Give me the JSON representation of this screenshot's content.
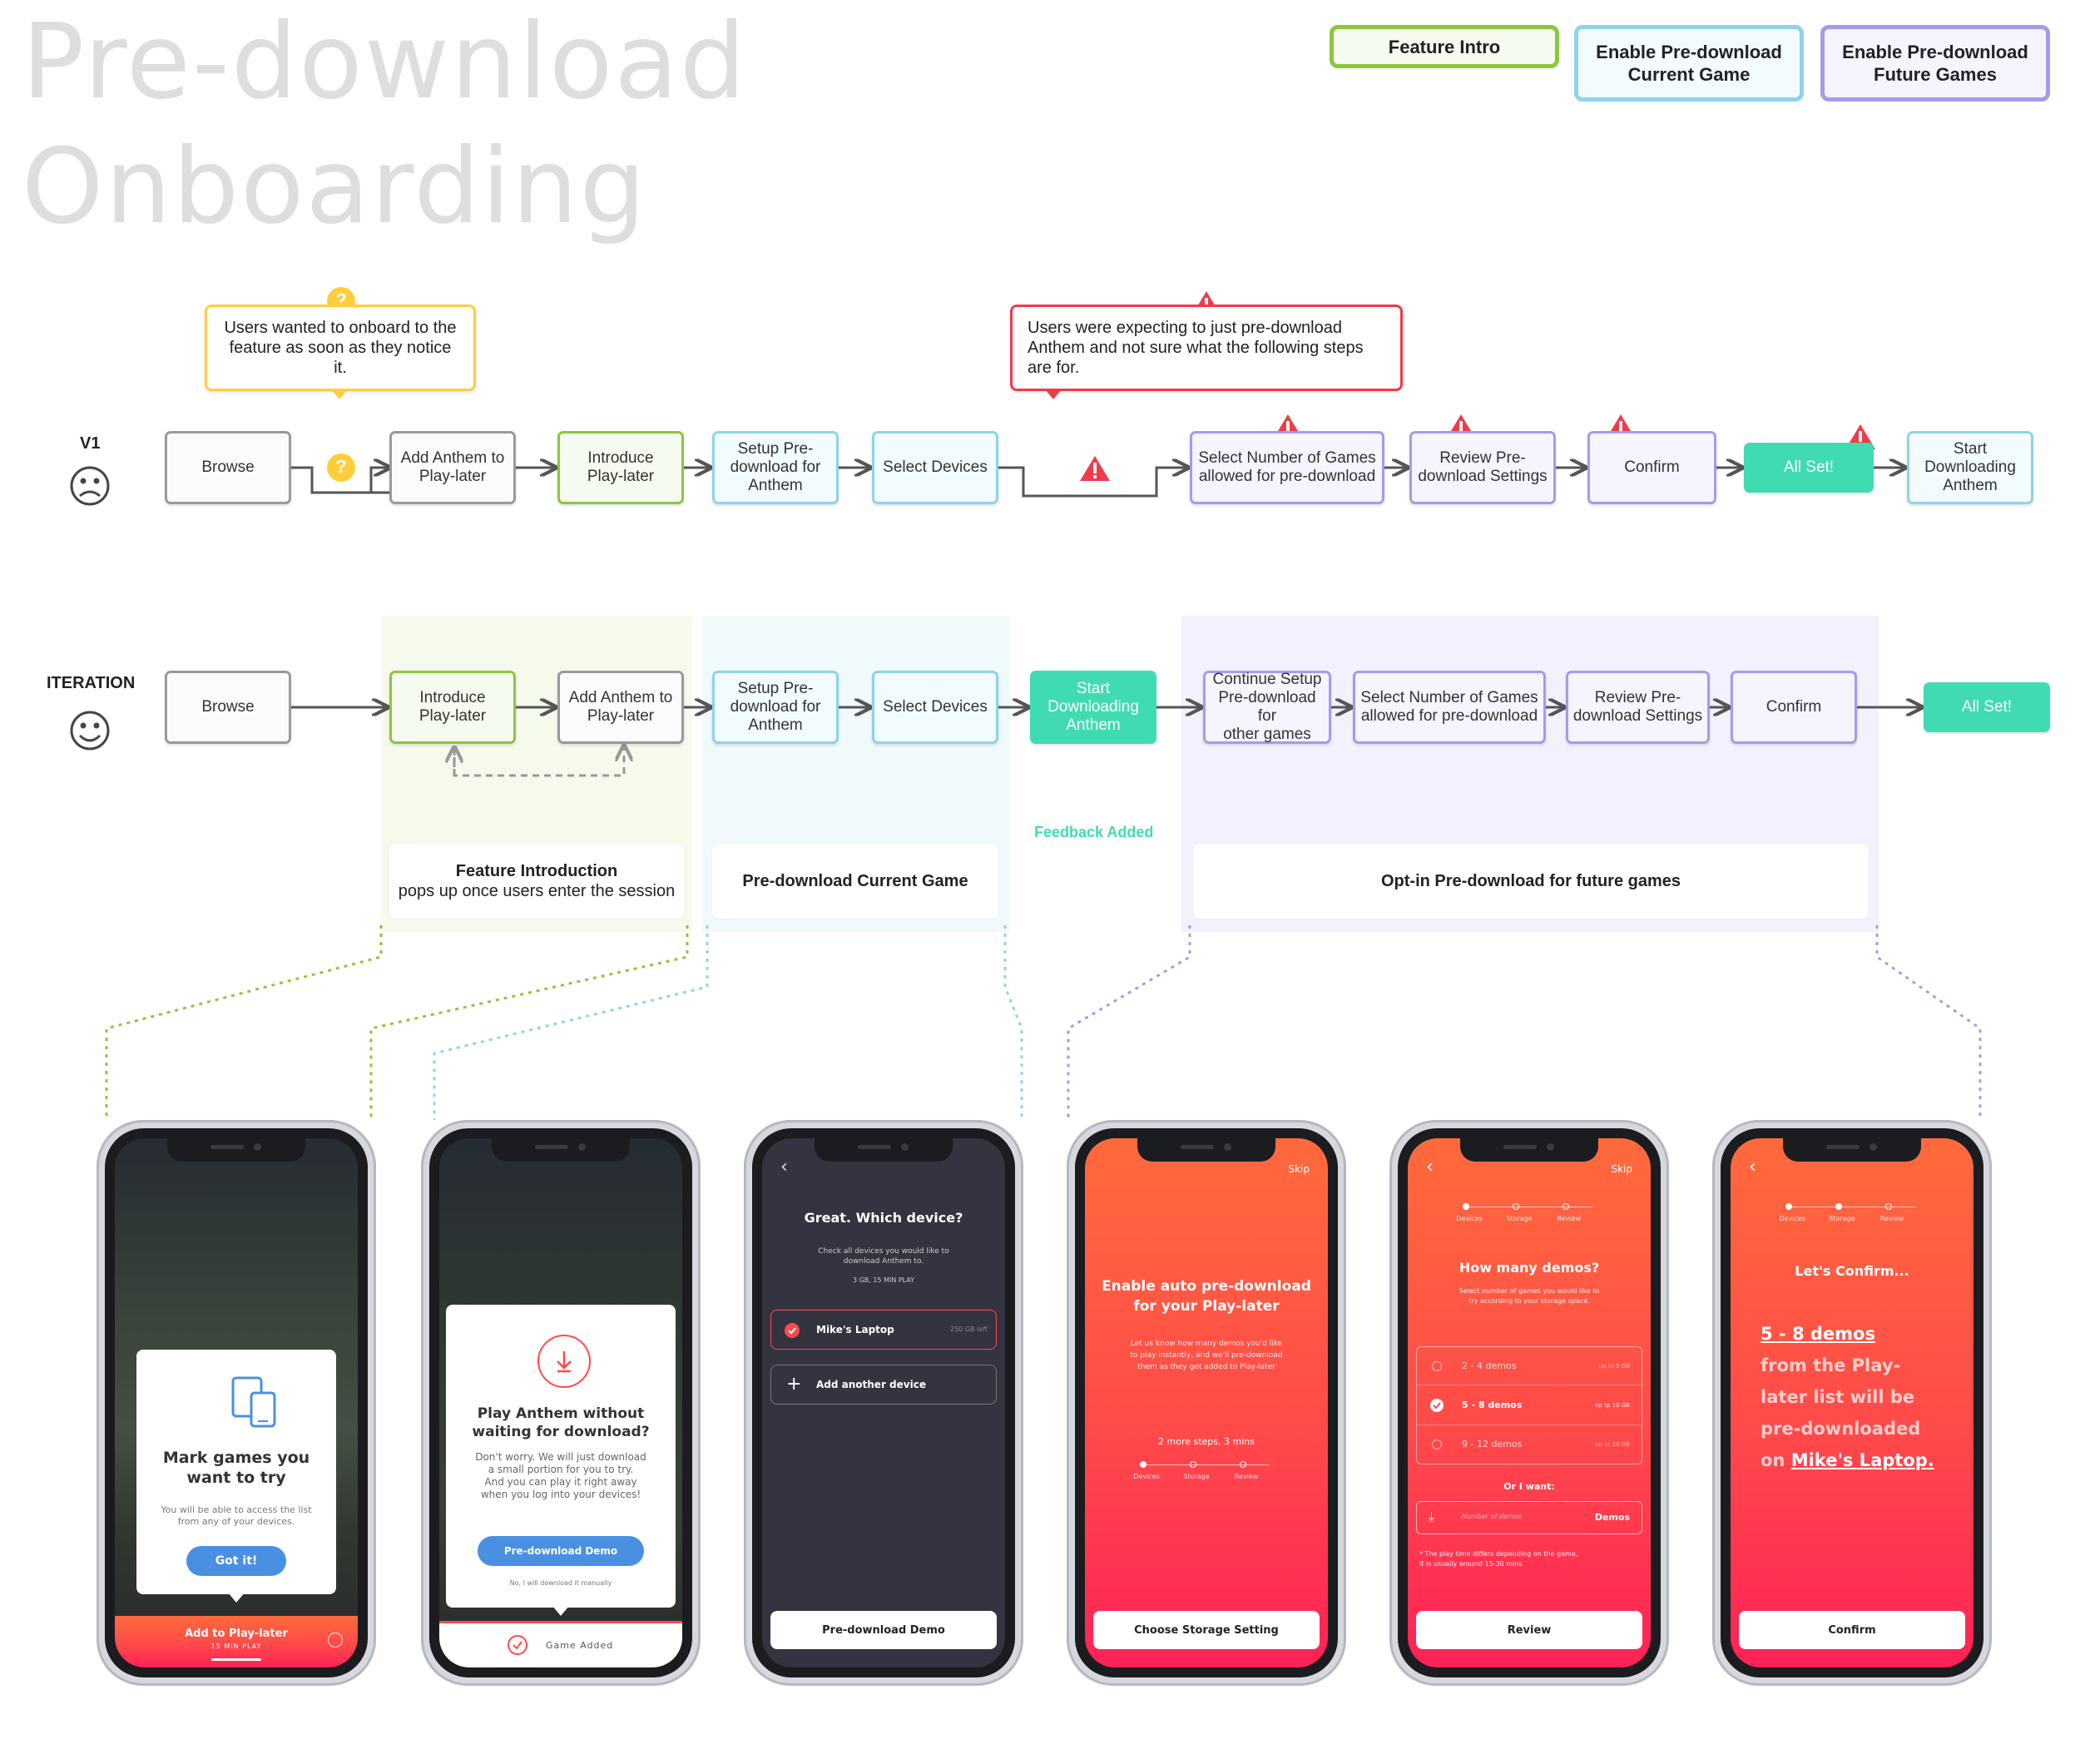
{
  "title": {
    "line1": "Pre-download",
    "line2": "Onboarding"
  },
  "legend": [
    {
      "label": "Feature Intro",
      "border": "#8cc63f",
      "bg": "#f6fbef"
    },
    {
      "label": "Enable Pre-download\nCurrent Game",
      "border": "#8fd3ea",
      "bg": "#f2fbfe"
    },
    {
      "label": "Enable Pre-download\nFuture Games",
      "border": "#a49bec",
      "bg": "#f6f4ff"
    }
  ],
  "v1": {
    "label": "V1",
    "face": "sad",
    "callout_yellow": "Users wanted to onboard to the feature as soon as they notice it.",
    "callout_red": "Users were expecting to just pre-download Anthem and not sure what the following steps are for.",
    "nodes": [
      "Browse",
      "Add Anthem to\nPlay-later",
      "Introduce\nPlay-later",
      "Setup Pre-\ndownload for\nAnthem",
      "Select Devices",
      "Select Number of Games\nallowed for pre-download",
      "Review Pre-\ndownload Settings",
      "Confirm",
      "All Set!",
      "Start\nDownloading\nAnthem"
    ],
    "question_icon": "?"
  },
  "iteration": {
    "label": "ITERATION",
    "face": "happy",
    "nodes": [
      "Browse",
      "Introduce\nPlay-later",
      "Add Anthem to\nPlay-later",
      "Setup Pre-\ndownload for\nAnthem",
      "Select Devices",
      "Start\nDownloading\nAnthem",
      "Continue Setup\nPre-download for\nother games",
      "Select Number of Games\nallowed for pre-download",
      "Review Pre-\ndownload Settings",
      "Confirm",
      "All Set!"
    ],
    "feedback": "Feedback Added",
    "phases": [
      {
        "title": "Feature Introduction",
        "subtitle": "pops up once users enter the session"
      },
      {
        "title": "Pre-download Current Game",
        "subtitle": ""
      },
      {
        "title": "Opt-in Pre-download for future games",
        "subtitle": ""
      }
    ]
  },
  "phones": {
    "p1": {
      "title": "Mark games you\nwant to try",
      "body": "You will be able to access the list\nfrom any of your devices.",
      "button": "Got it!",
      "bar_title": "Add to Play-later",
      "bar_sub": "15 MIN PLAY",
      "icon": "devices-icon"
    },
    "p2": {
      "title": "Play Anthem without\nwaiting for download?",
      "body": "Don't worry. We will just download\na small portion for you to try.\nAnd you can play it right away\nwhen you log into your devices!",
      "button": "Pre-download Demo",
      "link": "No, I will download it manually",
      "bar": "Game Added",
      "icon": "download-icon"
    },
    "p3": {
      "title": "Great. Which device?",
      "body": "Check all devices you would like to\ndownload Anthem to.",
      "meta": "3 GB, 15 MIN PLAY",
      "device": "Mike's Laptop",
      "device_meta": "250 GB left",
      "add": "Add another device",
      "button": "Pre-download Demo"
    },
    "p4": {
      "skip": "Skip",
      "title": "Enable auto pre-download\nfor your Play-later",
      "body": "Let us know how many demos you'd like\nto play instantly, and we'll pre-download\nthem as they get added to Play-later",
      "steps_text": "2 more steps, 3 mins",
      "steps": [
        "Devices",
        "Storage",
        "Review"
      ],
      "button": "Choose Storage Setting"
    },
    "p5": {
      "skip": "Skip",
      "steps": [
        "Devices",
        "Storage",
        "Review"
      ],
      "title": "How many demos?",
      "body": "Select number of games you would like to\ntry according to your storage space.",
      "options": [
        {
          "label": "2 - 4 demos",
          "meta": "up to 5 GB",
          "selected": false
        },
        {
          "label": "5 - 8 demos",
          "meta": "up tp 10 GB",
          "selected": true
        },
        {
          "label": "9 - 12 demos",
          "meta": "up to 20 GB",
          "selected": false
        }
      ],
      "or": "Or I want:",
      "placeholder": "Number of demos",
      "unit": "Demos",
      "note": "* The play time differs depending on the game,\nit is usually around 15-30 mins.",
      "button": "Review"
    },
    "p6": {
      "steps": [
        "Devices",
        "Storage",
        "Review"
      ],
      "title": "Let's Confirm...",
      "line1": "5 - 8 demos",
      "line2": "from the Play-",
      "line3": "later list will be",
      "line4": "pre-downloaded",
      "line5_pre": "on ",
      "line5_link": "Mike's Laptop.",
      "button": "Confirm"
    }
  },
  "colors": {
    "green": "#8cc63f",
    "blue": "#8fd3ea",
    "purple": "#a49bec",
    "teal": "#41dbb3",
    "warning_red": "#ef3b48",
    "question_yellow": "#ffce3a",
    "phone_red": "#ff4a4a",
    "phone_dark": "#33343f",
    "button_blue": "#4a90e2"
  }
}
